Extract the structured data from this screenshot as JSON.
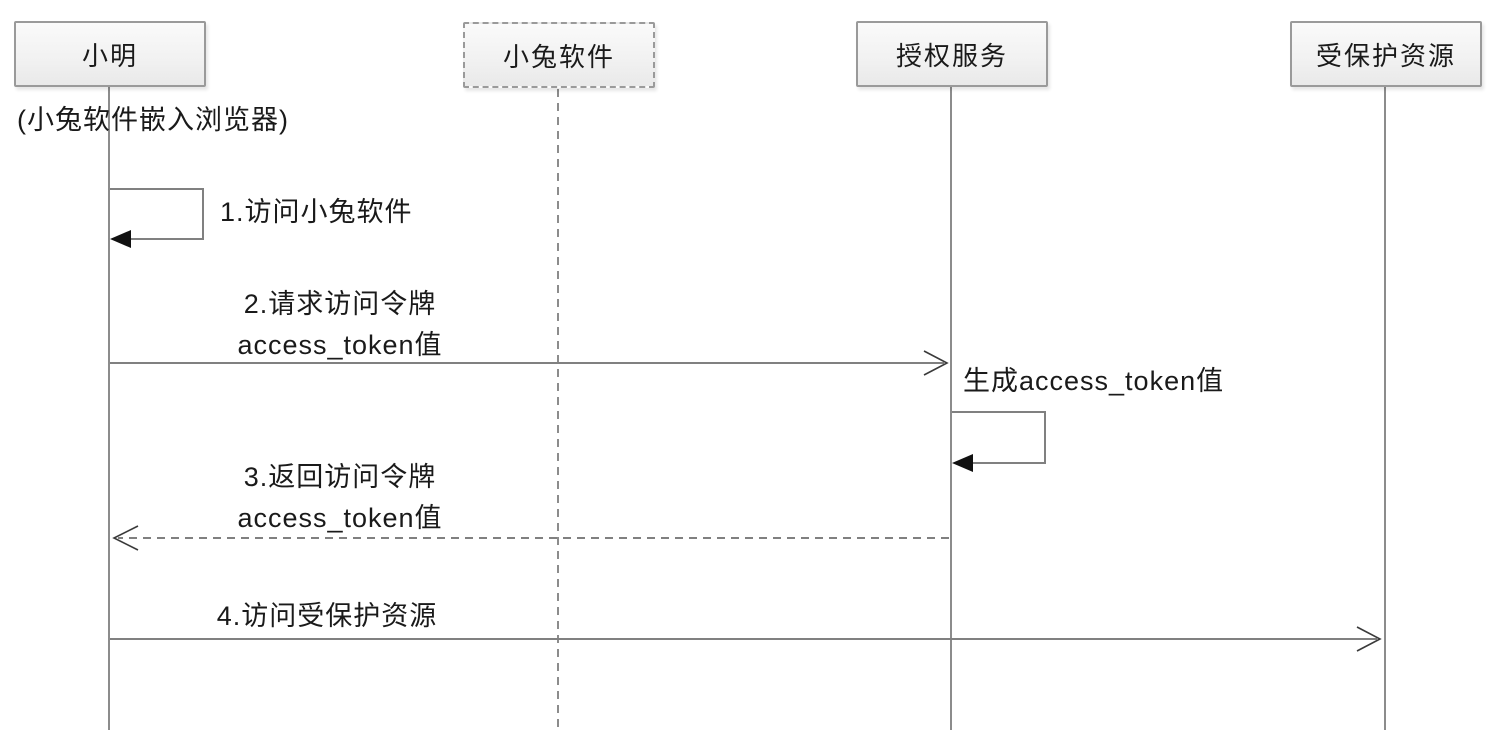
{
  "diagram": {
    "type": "sequence-diagram",
    "actors": [
      {
        "name": "小明",
        "sublabel": "(小兔软件嵌入浏览器)",
        "box_style": "solid",
        "lifeline_style": "solid"
      },
      {
        "name": "小兔软件",
        "box_style": "dashed",
        "lifeline_style": "dashed"
      },
      {
        "name": "授权服务",
        "box_style": "solid",
        "lifeline_style": "solid"
      },
      {
        "name": "受保护资源",
        "box_style": "solid",
        "lifeline_style": "solid"
      }
    ],
    "messages": [
      {
        "seq": "1",
        "from": "小明",
        "to": "小明",
        "kind": "self-loop",
        "arrowhead": "filled",
        "label": "1.访问小兔软件"
      },
      {
        "seq": "2",
        "from": "小明",
        "to": "授权服务",
        "kind": "solid-line",
        "arrowhead": "open",
        "label": "2.请求访问令牌",
        "label2": "access_token值"
      },
      {
        "seq": "",
        "from": "授权服务",
        "to": "授权服务",
        "kind": "self-loop",
        "arrowhead": "filled",
        "label": "生成access_token值"
      },
      {
        "seq": "3",
        "from": "授权服务",
        "to": "小明",
        "kind": "dashed-line",
        "arrowhead": "open",
        "label": "3.返回访问令牌",
        "label2": "access_token值"
      },
      {
        "seq": "4",
        "from": "小明",
        "to": "受保护资源",
        "kind": "solid-line",
        "arrowhead": "open",
        "label": "4.访问受保护资源"
      }
    ],
    "colors": {
      "background": "#ffffff",
      "box_fill_top": "#fafafa",
      "box_fill_bottom": "#e9e9e9",
      "box_border": "#9a9a9a",
      "lifeline": "#8c8c8c",
      "message_line": "#808080",
      "filled_arrowhead": "#111111",
      "open_arrowhead": "#3a3a3a",
      "text": "#1a1a1a"
    }
  }
}
